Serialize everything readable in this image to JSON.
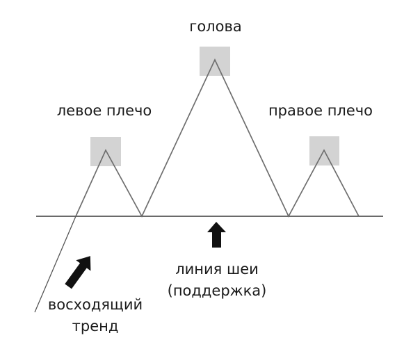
{
  "labels": {
    "head": "голова",
    "left_shoulder": "левое плечо",
    "right_shoulder": "правое плечо",
    "neckline_line1": "линия шеи",
    "neckline_line2": "(поддержка)",
    "trend_line1": "восходящий",
    "trend_line2": "тренд"
  },
  "colors": {
    "peak_marker": "#d3d3d3",
    "lines": "#6e6e6e",
    "arrows": "#111111",
    "text": "#1a1a1a"
  }
}
